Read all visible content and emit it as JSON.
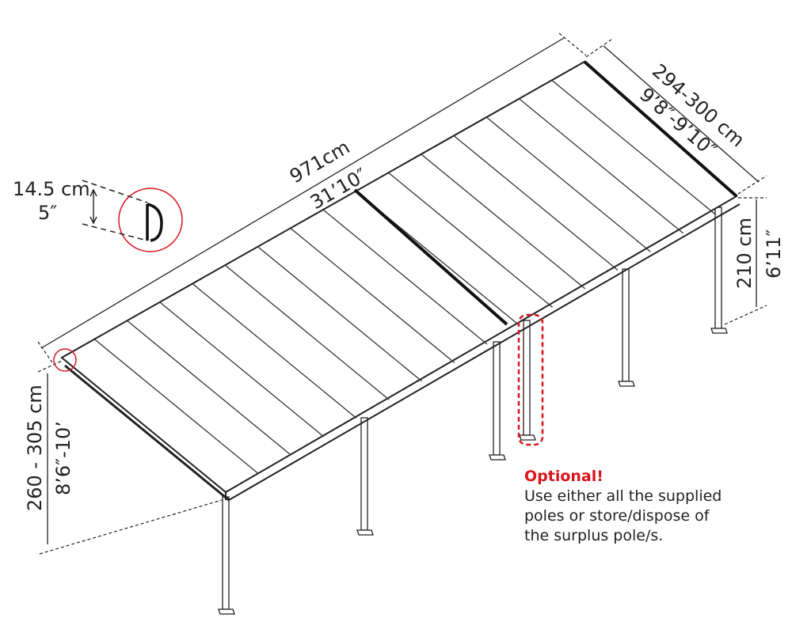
{
  "dimensions": {
    "length_cm": "971cm",
    "length_ft": "31’10″",
    "width_cm": "294-300 cm",
    "width_ft": "9’8″-9’10″",
    "back_height_cm": "210 cm",
    "back_height_ft": "6’11″",
    "front_height_cm": "260 - 305 cm",
    "front_height_ft": "8’6″-10’",
    "gutter_cm": "14.5 cm",
    "gutter_in": "5″"
  },
  "note": {
    "title": "Optional!",
    "lines": [
      "Use either all the supplied",
      "poles or store/dispose of",
      "the surplus pole/s."
    ]
  },
  "colors": {
    "accent": "#d9151c",
    "line": "#222222"
  }
}
